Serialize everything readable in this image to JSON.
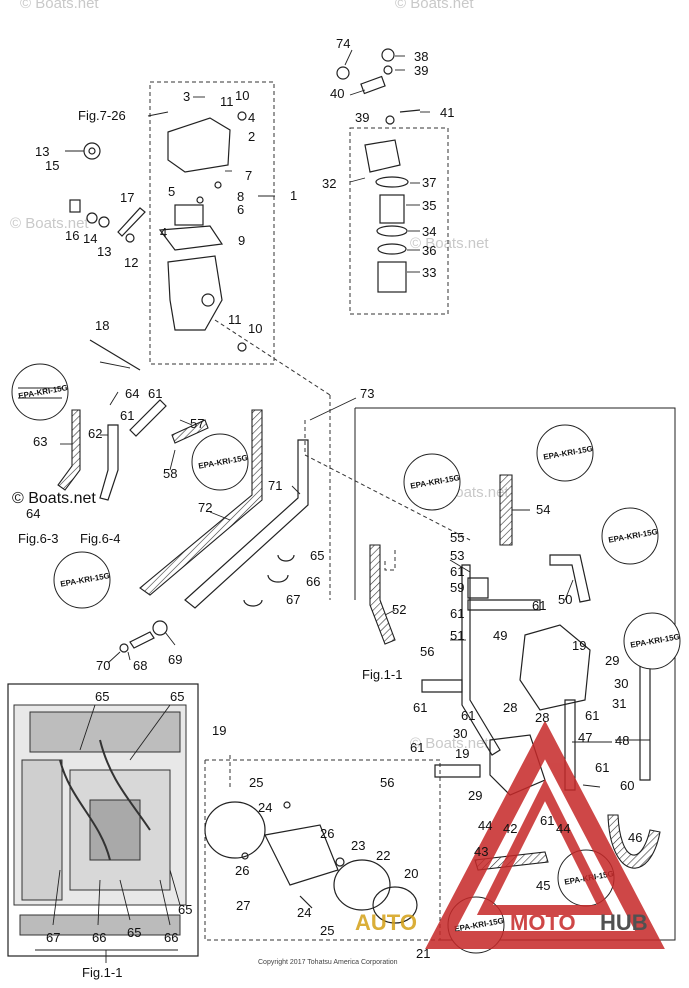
{
  "diagram": {
    "watermark": "© Boats.net",
    "copyright": "Copyright 2017 Tohatsu America Corporation",
    "fig_refs": {
      "fig_7_26": "Fig.7-26",
      "fig_6_3": "Fig.6-3",
      "fig_6_4": "Fig.6-4",
      "fig_1_1_upper": "Fig.1-1",
      "fig_1_1_lower": "Fig.1-1"
    },
    "epa_tag": "EPA-KRI-15G",
    "logo": {
      "part1": "AUTO",
      "part2": "MOTO",
      "part3": "HUB"
    },
    "part_numbers": [
      "1",
      "3",
      "5",
      "7",
      "8",
      "6",
      "4",
      "9",
      "10",
      "11",
      "2",
      "12",
      "13",
      "14",
      "15",
      "16",
      "17",
      "18",
      "19",
      "20",
      "21",
      "22",
      "23",
      "24",
      "25",
      "26",
      "27",
      "28",
      "29",
      "30",
      "31",
      "32",
      "33",
      "34",
      "35",
      "36",
      "37",
      "38",
      "39",
      "40",
      "41",
      "42",
      "43",
      "44",
      "45",
      "46",
      "47",
      "48",
      "49",
      "50",
      "51",
      "52",
      "53",
      "54",
      "55",
      "56",
      "57",
      "58",
      "59",
      "60",
      "61",
      "62",
      "63",
      "64",
      "65",
      "66",
      "67",
      "68",
      "69",
      "70",
      "71",
      "72",
      "73",
      "74"
    ]
  }
}
